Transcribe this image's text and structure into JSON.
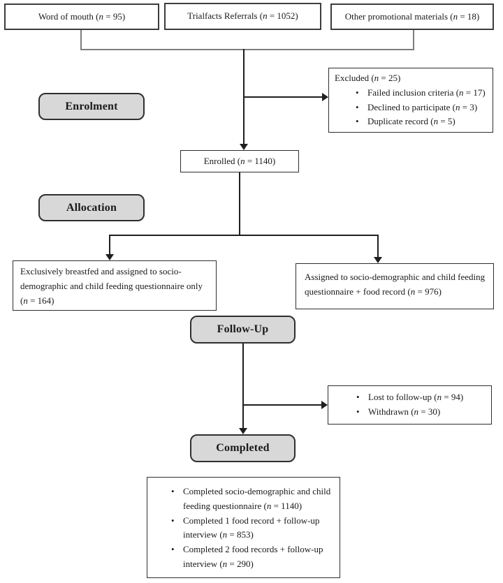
{
  "colors": {
    "background": "#ffffff",
    "box_border": "#3d3d3d",
    "stage_fill": "#d8d8d8",
    "connector_black": "#1f1f1f",
    "connector_gray": "#7d7d7d",
    "text": "#1a1a1a"
  },
  "sources": [
    {
      "pre": "Word of mouth (",
      "n": "n",
      "post": " = 95)"
    },
    {
      "pre": "Trialfacts Referrals (",
      "n": "n",
      "post": " = 1052)"
    },
    {
      "pre": "Other promotional materials (",
      "n": "n",
      "post": " = 18)"
    }
  ],
  "stages": {
    "enrolment": "Enrolment",
    "allocation": "Allocation",
    "follow_up": "Follow-Up",
    "completed": "Completed"
  },
  "excluded": {
    "title": {
      "pre": "Excluded (",
      "n": "n",
      "post": " = 25)"
    },
    "items": [
      {
        "pre": "Failed inclusion criteria (",
        "n": "n",
        "post": " = 17)"
      },
      {
        "pre": "Declined to participate (",
        "n": "n",
        "post": " = 3)"
      },
      {
        "pre": "Duplicate record (",
        "n": "n",
        "post": " = 5)"
      }
    ]
  },
  "enrolled": {
    "pre": "Enrolled (",
    "n": "n",
    "post": " = 1140)"
  },
  "allocation_left": {
    "pre": "Exclusively breastfed and assigned to socio-demographic and child feeding questionnaire only (",
    "n": "n",
    "post": " = 164)"
  },
  "allocation_right": {
    "pre": "Assigned to socio-demographic and child feeding questionnaire + food record (",
    "n": "n",
    "post": " = 976)"
  },
  "attrition": {
    "items": [
      {
        "pre": "Lost to follow-up (",
        "n": "n",
        "post": " = 94)"
      },
      {
        "pre": "Withdrawn (",
        "n": "n",
        "post": " = 30)"
      }
    ]
  },
  "completion": {
    "items": [
      {
        "pre": "Completed socio-demographic and child feeding questionnaire (",
        "n": "n",
        "post": " = 1140)"
      },
      {
        "pre": "Completed 1 food record + follow-up interview (",
        "n": "n",
        "post": " = 853)"
      },
      {
        "pre": "Completed 2 food records + follow-up interview (",
        "n": "n",
        "post": " = 290)"
      }
    ]
  }
}
